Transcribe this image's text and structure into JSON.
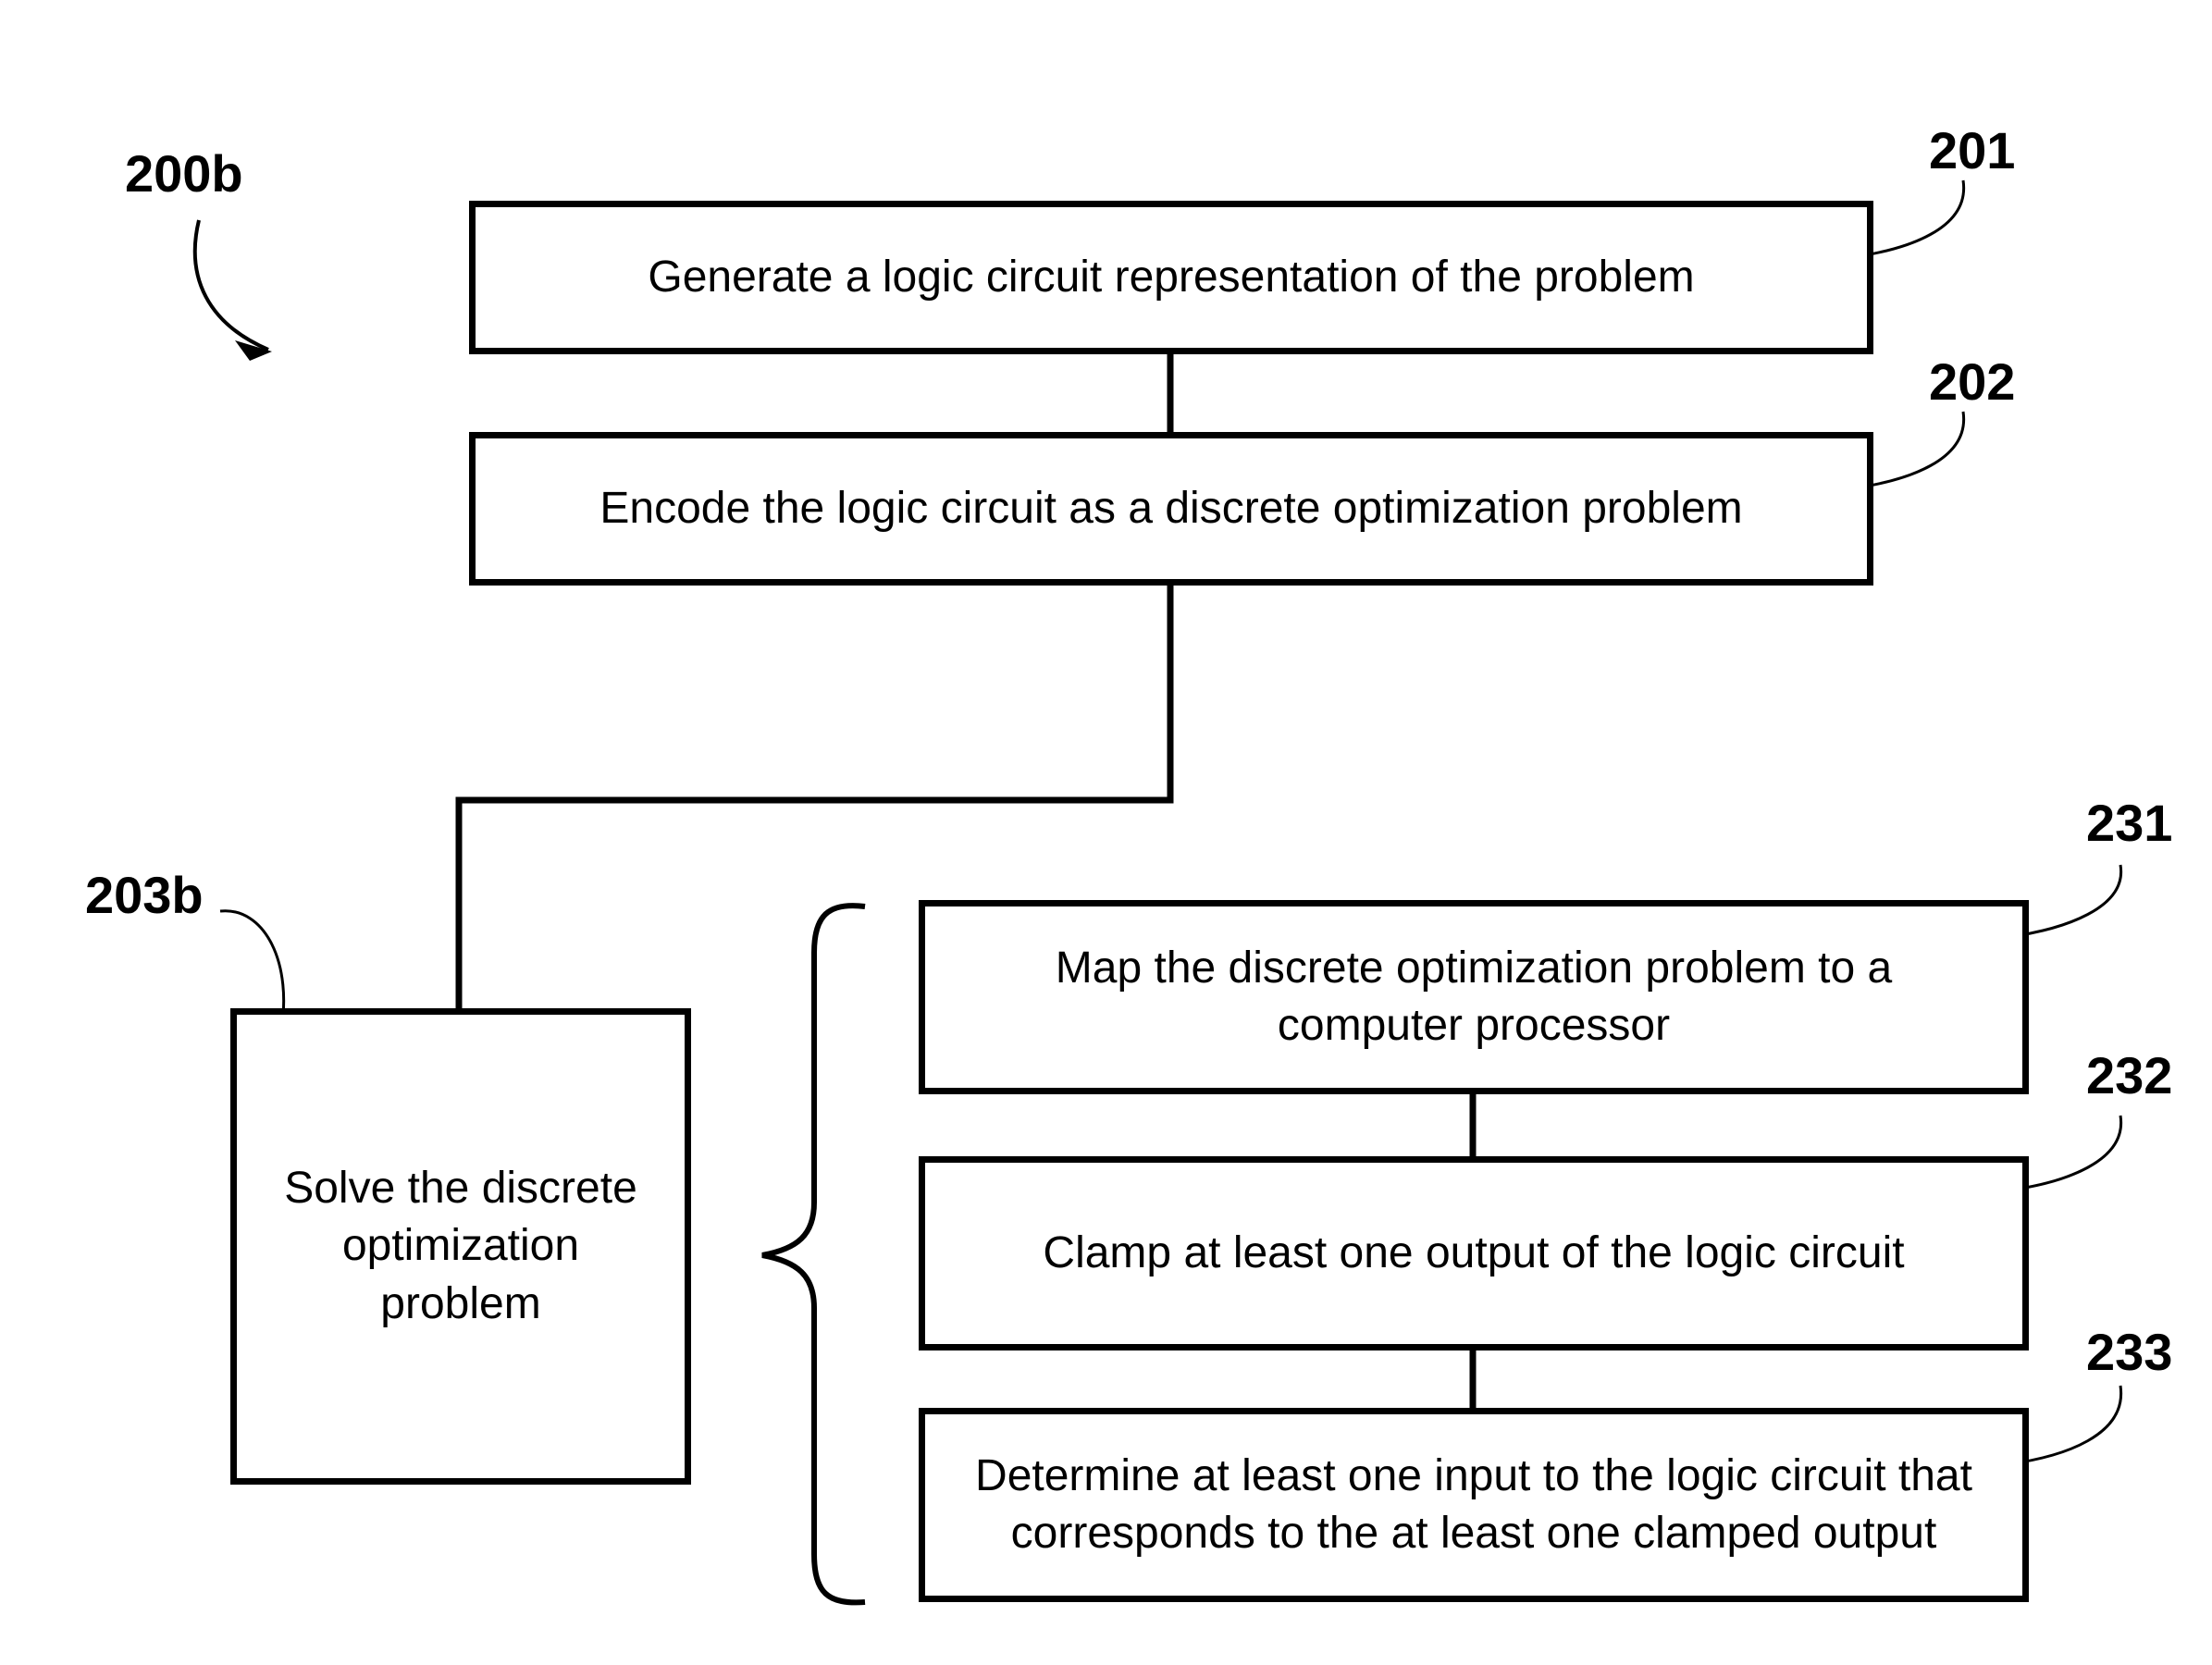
{
  "figure_label": "200b",
  "steps": {
    "s201": {
      "ref": "201",
      "text": "Generate a logic circuit representation of the problem"
    },
    "s202": {
      "ref": "202",
      "text": "Encode the logic circuit as a discrete optimization problem"
    },
    "s203b": {
      "ref": "203b",
      "text": "Solve the discrete optimization problem"
    },
    "s231": {
      "ref": "231",
      "text": "Map the discrete optimization problem to a computer processor"
    },
    "s232": {
      "ref": "232",
      "text": "Clamp at least one output of the logic circuit"
    },
    "s233": {
      "ref": "233",
      "text": "Determine at least one input to the logic circuit that corresponds to the at least one clamped output"
    }
  }
}
